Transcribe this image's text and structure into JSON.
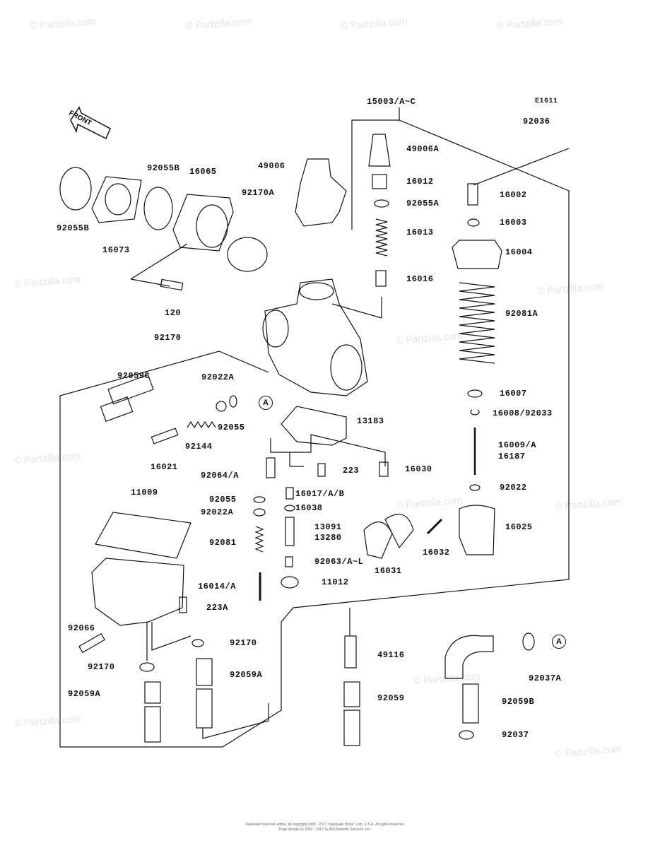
{
  "diagram_code": "E1611",
  "front_label": "FRONT",
  "watermark": "© Partzilla.com",
  "callout_ref": "A",
  "footer": {
    "line1": "Kawasaki materials within, all copyright 1985 - 2017, Kawasaki Motor Corp. U.S.A. All rights reserved.",
    "line2": "Page design (c) 2002 - 2017 by ARI Network Services, Inc."
  },
  "parts": [
    "15003/A~C",
    "92036",
    "49006A",
    "16012",
    "92055A",
    "16013",
    "16016",
    "16002",
    "16003",
    "16004",
    "92081A",
    "16007",
    "16008/92033",
    "16009/A",
    "16187",
    "92022",
    "16025",
    "16032",
    "16031",
    "49006",
    "92055B",
    "16065",
    "92170A",
    "92055B",
    "16073",
    "120",
    "92170",
    "92059C",
    "92022A",
    "92055",
    "92144",
    "16021",
    "13183",
    "223",
    "16030",
    "92064/A",
    "16017/A/B",
    "92055",
    "92022A",
    "16038",
    "13091",
    "13280",
    "92081",
    "92063/A~L",
    "11012",
    "16014/A",
    "11009",
    "223A",
    "92066",
    "92170",
    "92170",
    "92059A",
    "92059A",
    "49116",
    "92059",
    "92037A",
    "92059B",
    "92037"
  ]
}
